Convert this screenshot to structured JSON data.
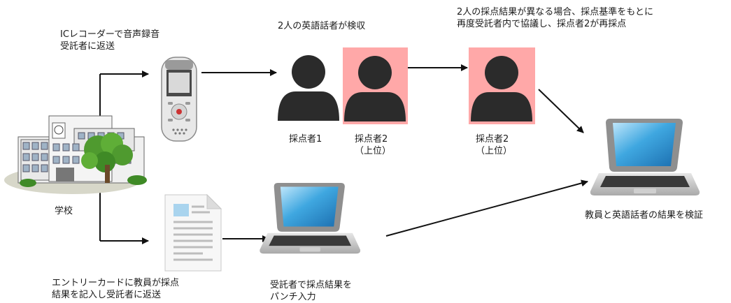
{
  "labels": {
    "recorder_note": "ICレコーダーで音声録音\n受託者に返送",
    "two_speakers_collect": "2人の英語話者が検収",
    "rescore_note": "2人の採点結果が異なる場合、採点基準をもとに\n再度受託者内で協議し、採点者2が再採点",
    "scorer1": "採点者1",
    "scorer2_a": "採点者2\n（上位）",
    "scorer2_b": "採点者2\n（上位）",
    "school": "学校",
    "verify": "教員と英語話者の結果を検証",
    "entry_card_note": "エントリーカードに教員が採点\n結果を記入し受託者に返送",
    "punch_input": "受託者で採点結果を\nパンチ入力"
  },
  "colors": {
    "highlight_bg": "#ffa8a8",
    "person": "#2b2b2b",
    "arrow": "#111111",
    "laptop_body": "#8a8a8a",
    "laptop_screen": "#3fa7e0"
  },
  "icons": [
    "school-building-icon",
    "voice-recorder-icon",
    "document-icon",
    "person-icon",
    "laptop-icon"
  ]
}
